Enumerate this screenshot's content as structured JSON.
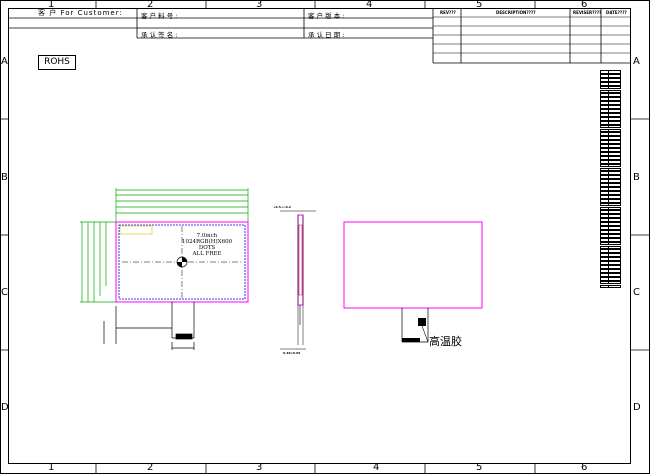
{
  "title_block": {
    "customer_label": "客  户   For Customer:",
    "part_no_label": "客 户 料 号 :",
    "approval_sign_label": "承 认 签 名 :",
    "version_label": "客 户 版 本 :",
    "approval_date_label": "承 认 日 期 :"
  },
  "revision_table": {
    "headers": [
      "REV???",
      "DESCRIPTION????",
      "REVISER????",
      "DATE????"
    ]
  },
  "zones": {
    "columns": [
      "1",
      "2",
      "3",
      "4",
      "5",
      "6"
    ],
    "rows": [
      "A",
      "B",
      "C",
      "D"
    ]
  },
  "rohs_label": "ROHS",
  "panel_note": {
    "size": "7.0inch",
    "resolution": "1024RGB(H)X600 DOTS",
    "compliance": "ALL FREE"
  },
  "side_view_thickness": "+0.5+/-0.2",
  "bottom_dims": {
    "thickness": "0.30±0.05"
  },
  "annotation": {
    "high_temp_tape": "高温胶"
  },
  "colors": {
    "outline": "#ff00ff",
    "dimension": "#00aa00",
    "active_area": "#0000cc",
    "frame": "#000000",
    "tape": "#000000"
  }
}
